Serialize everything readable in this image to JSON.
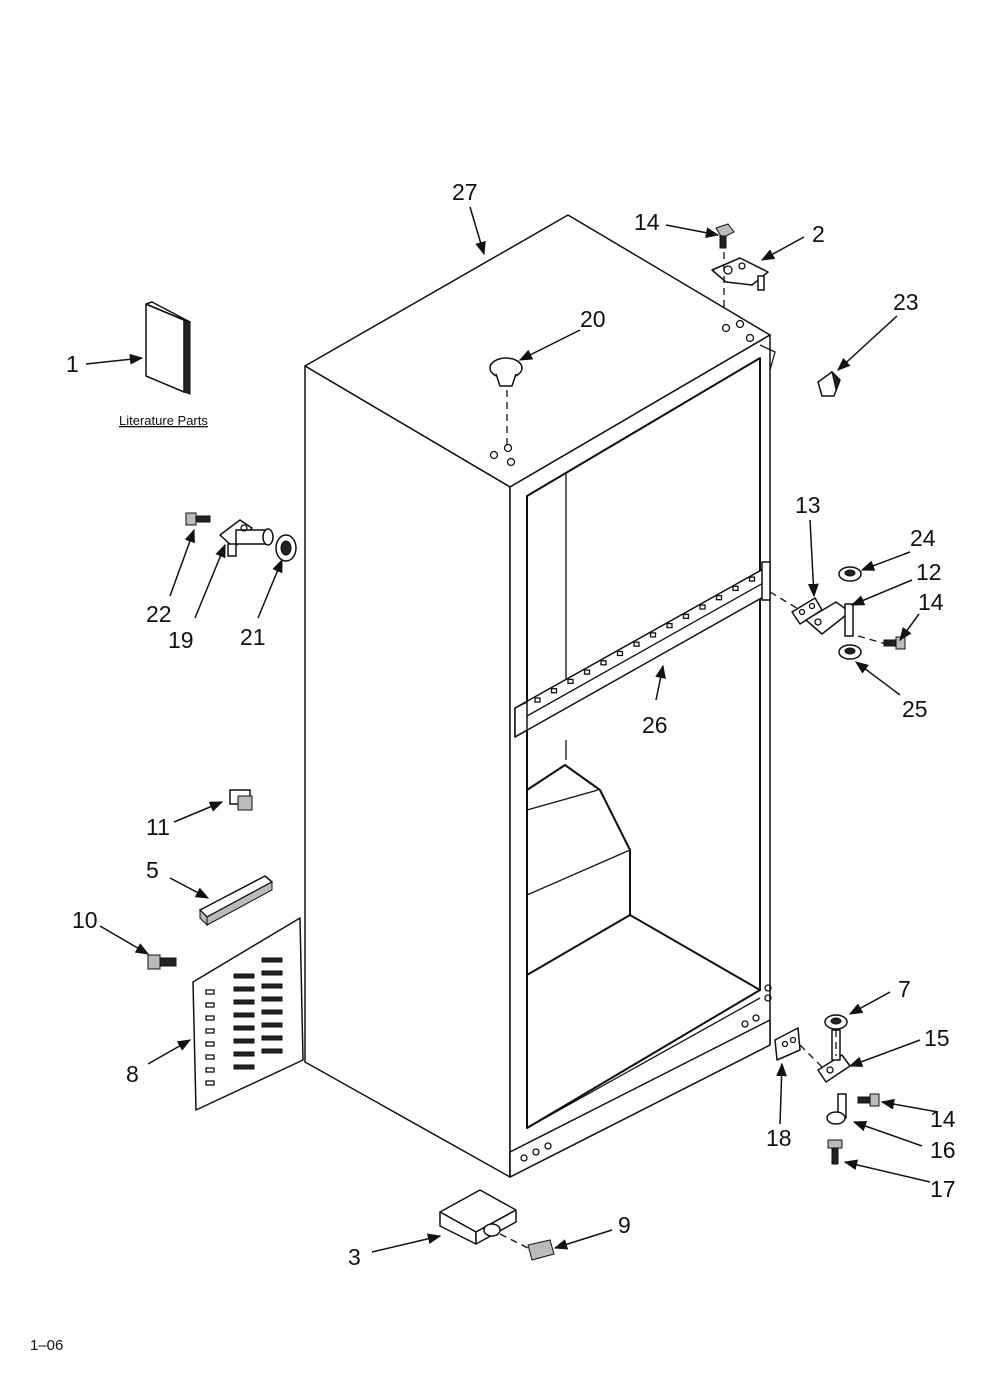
{
  "labels": {
    "lit": "Literature Parts",
    "footer": "1–06",
    "n1": "1",
    "n2": "2",
    "n3": "3",
    "n5": "5",
    "n7": "7",
    "n8": "8",
    "n9": "9",
    "n10": "10",
    "n11": "11",
    "n12": "12",
    "n13": "13",
    "n14a": "14",
    "n14b": "14",
    "n14c": "14",
    "n15": "15",
    "n16": "16",
    "n17": "17",
    "n18": "18",
    "n19": "19",
    "n20": "20",
    "n21": "21",
    "n22": "22",
    "n23": "23",
    "n24": "24",
    "n25": "25",
    "n26": "26",
    "n27": "27"
  }
}
